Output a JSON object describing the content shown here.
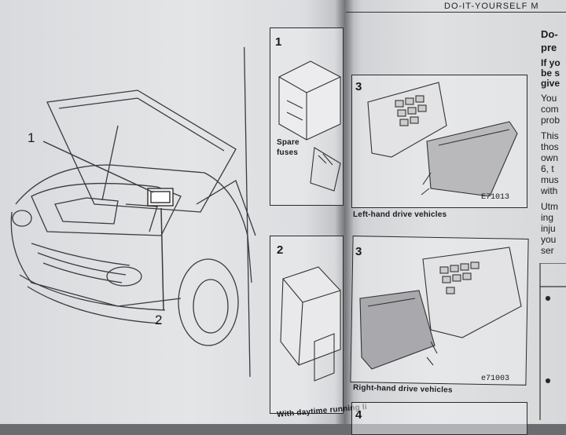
{
  "header": {
    "running_head": "DO-IT-YOURSELF M"
  },
  "left_page": {
    "callouts": [
      "1",
      "2"
    ]
  },
  "figures": [
    {
      "num": "1",
      "label": "Spare\nfuses",
      "label_line1": "Spare",
      "label_line2": "fuses"
    },
    {
      "num": "2",
      "caption": "With daytime running li"
    },
    {
      "num": "3",
      "caption": "Left-hand drive vehicles",
      "code": "E71013"
    },
    {
      "num": "3",
      "caption": "Right-hand drive vehicles",
      "code": "e71003"
    },
    {
      "num": "4"
    }
  ],
  "right_column": {
    "heading_line1": "Do-",
    "heading_line2": "pre",
    "bold_lines": [
      "If yo",
      "be s",
      "give"
    ],
    "lines": [
      "You",
      "com",
      "prob",
      "This",
      "thos",
      "own",
      "6, t",
      "mus",
      "with",
      "Utm",
      "ing",
      "inju",
      "you",
      "ser"
    ]
  }
}
